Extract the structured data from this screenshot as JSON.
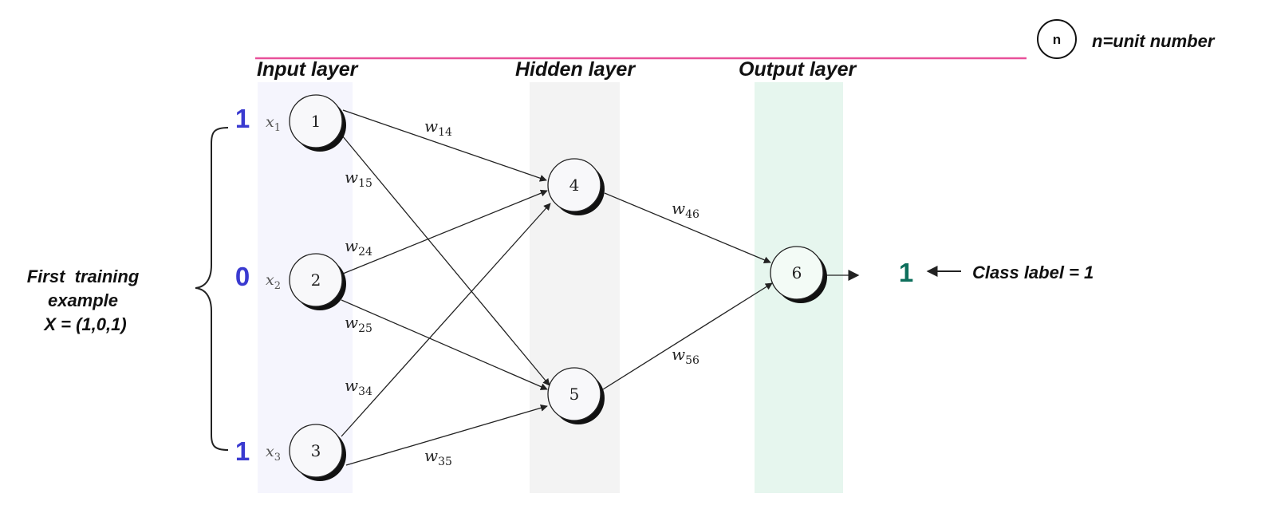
{
  "colors": {
    "input_band": "#f5f5fd",
    "hidden_band": "#f3f3f3",
    "output_band": "#e6f6ee",
    "header_line": "#e8519a",
    "input_value": "#3a3ad0",
    "class_value": "#0e6f5c"
  },
  "legend": {
    "symbol": "n",
    "text": "n=unit number"
  },
  "layers": {
    "input": "Input layer",
    "hidden": "Hidden layer",
    "output": "Output layer"
  },
  "example": {
    "line1": "First  training",
    "line2": "example",
    "line3": "X = (1,0,1)"
  },
  "input_values": [
    "1",
    "0",
    "1"
  ],
  "inputs": [
    {
      "var": "x",
      "sub": "1"
    },
    {
      "var": "x",
      "sub": "2"
    },
    {
      "var": "x",
      "sub": "3"
    }
  ],
  "units": [
    "1",
    "2",
    "3",
    "4",
    "5",
    "6"
  ],
  "weights": [
    {
      "var": "w",
      "sub": "14"
    },
    {
      "var": "w",
      "sub": "15"
    },
    {
      "var": "w",
      "sub": "24"
    },
    {
      "var": "w",
      "sub": "25"
    },
    {
      "var": "w",
      "sub": "34"
    },
    {
      "var": "w",
      "sub": "35"
    },
    {
      "var": "w",
      "sub": "46"
    },
    {
      "var": "w",
      "sub": "56"
    }
  ],
  "output": {
    "value": "1",
    "label": "Class label = 1"
  }
}
